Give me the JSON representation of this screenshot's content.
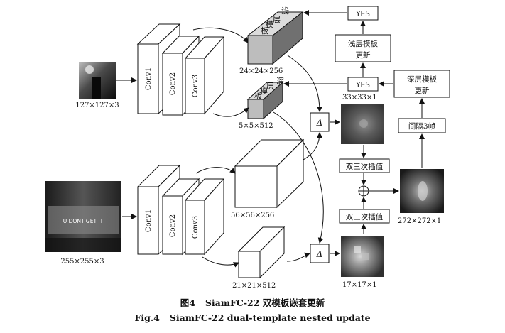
{
  "diagram": {
    "labels": {
      "conv1": "Conv1",
      "conv2": "Conv2",
      "conv3": "Conv3",
      "template_input_size": "127×127×3",
      "search_input_size": "255×255×3",
      "search_input_text": "U DONT GET IT",
      "shallow_template_chars": [
        "浅",
        "层",
        "模",
        "板"
      ],
      "deep_template_chars": [
        "深",
        "层",
        "模",
        "板"
      ],
      "shallow_template_size": "24×24×256",
      "deep_template_size": "5×5×512",
      "search_feat_shallow_size": "56×56×256",
      "search_feat_deep_size": "21×21×512",
      "delta": "Δ",
      "yes_top": "YES",
      "yes_mid": "YES",
      "update_shallow_line1": "浅层模板",
      "update_shallow_line2": "更新",
      "update_deep_line1": "深层模板",
      "update_deep_line2": "更新",
      "interval": "间隔3帧",
      "bicubic_top": "双三次插值",
      "bicubic_bottom": "双三次插值",
      "response_top_size": "33×33×1",
      "response_bottom_size": "17×17×1",
      "response_fused_size": "272×272×1",
      "plus": "⊕"
    }
  },
  "caption": {
    "cn_num": "图4",
    "cn_text": "SiamFC-22 双模板嵌套更新",
    "en_num": "Fig.4",
    "en_text": "SiamFC-22 dual-template nested update"
  }
}
